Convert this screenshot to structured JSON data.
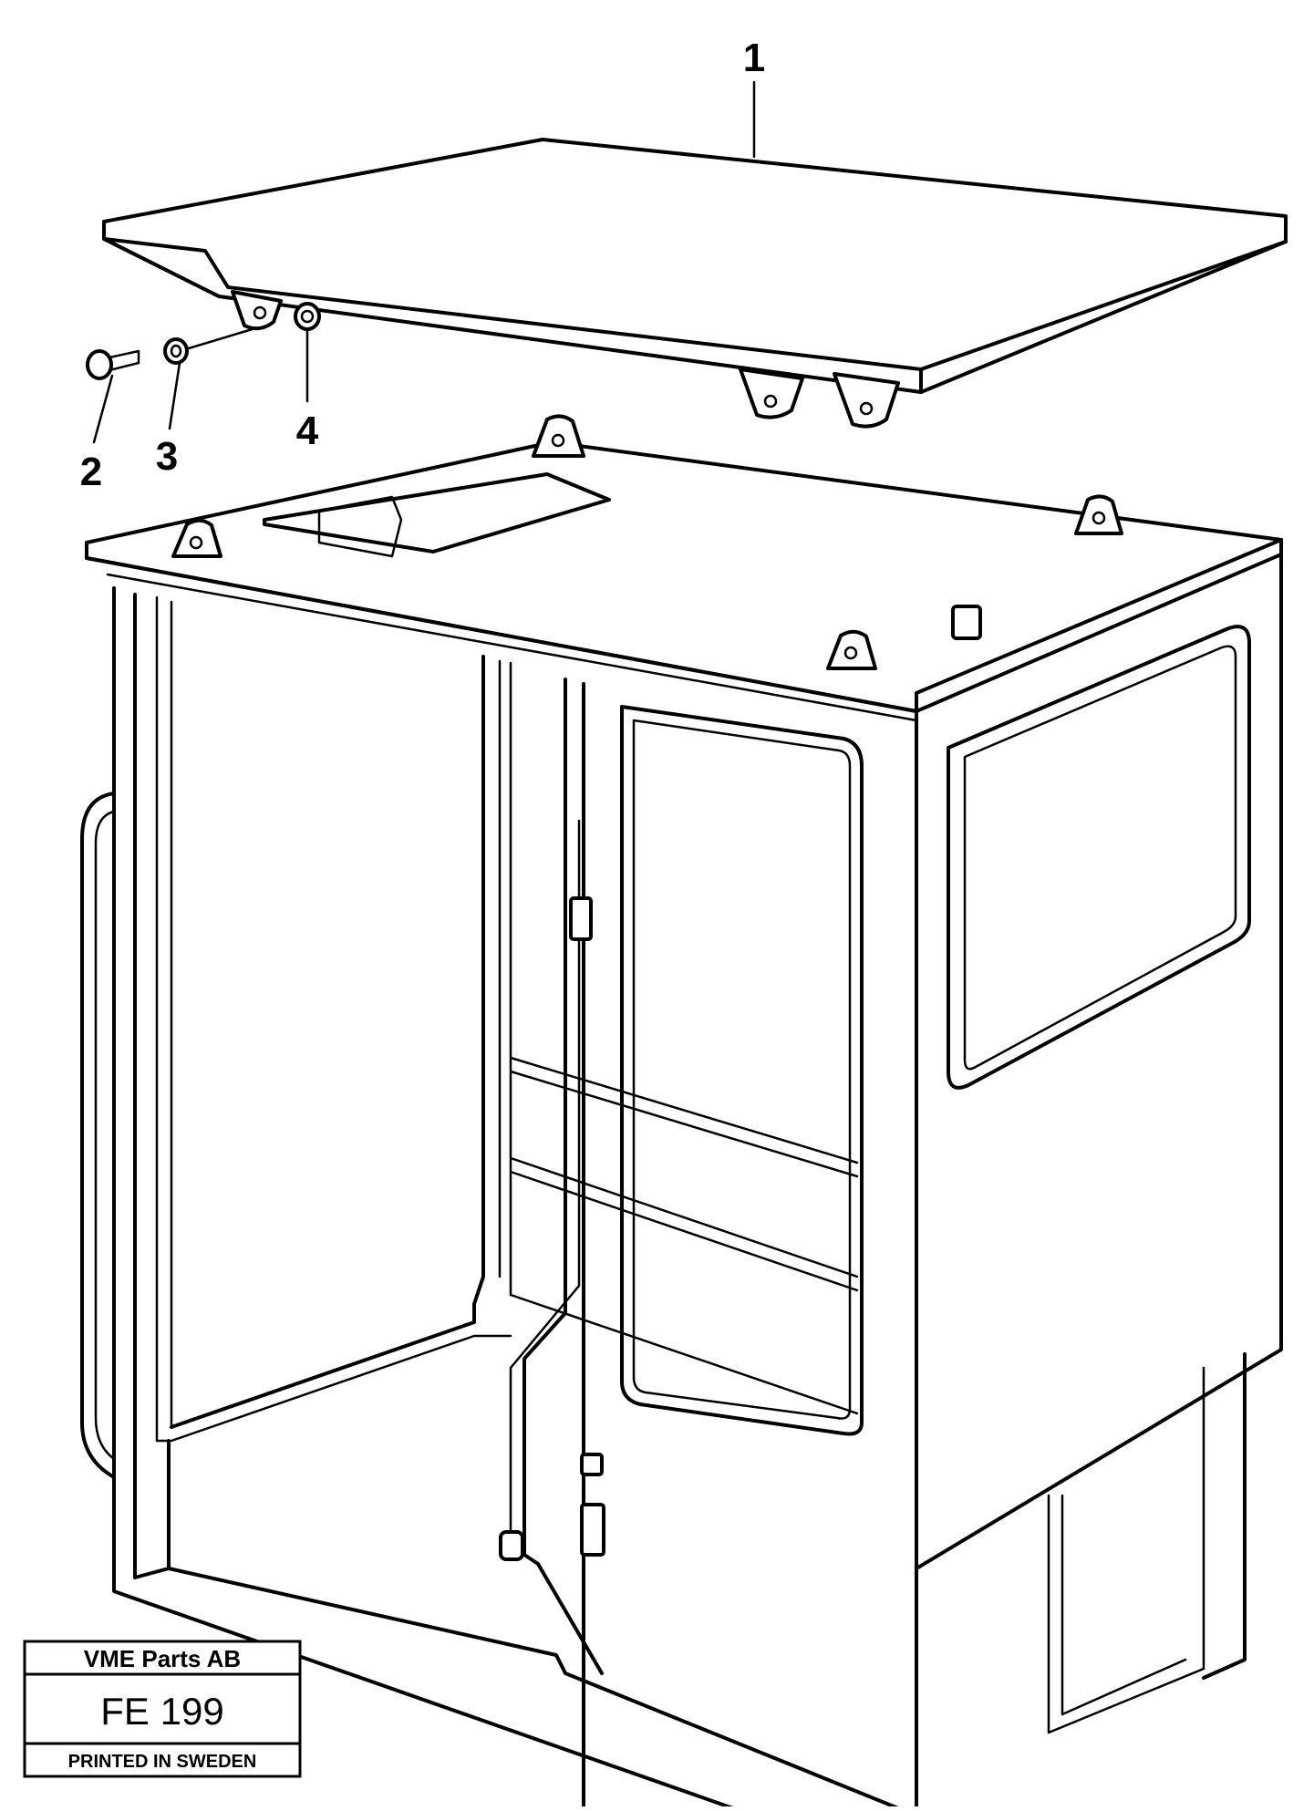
{
  "callouts": [
    {
      "id": "1",
      "label": "1"
    },
    {
      "id": "2",
      "label": "2"
    },
    {
      "id": "3",
      "label": "3"
    },
    {
      "id": "4",
      "label": "4"
    }
  ],
  "title_box": {
    "company": "VME Parts AB",
    "drawing_code": "FE 199",
    "footer": "PRINTED IN SWEDEN"
  }
}
